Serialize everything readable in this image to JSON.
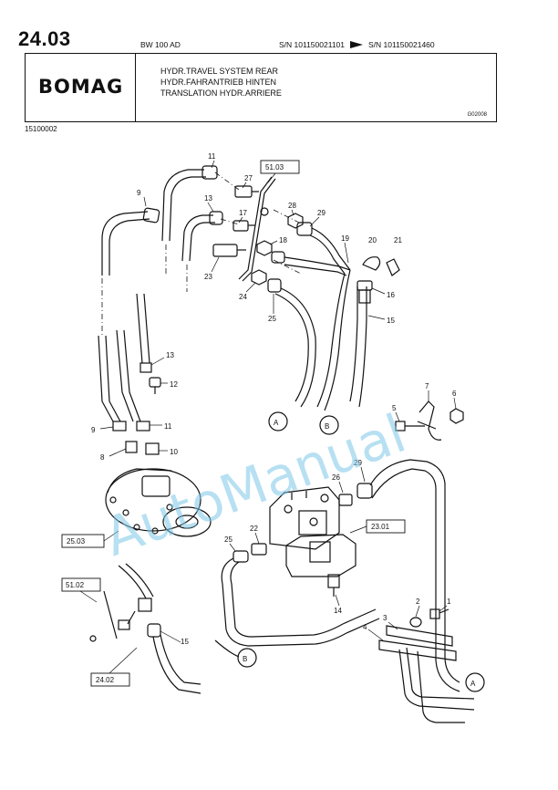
{
  "header": {
    "page_number": "24.03",
    "model": "BW 100 AD",
    "serial_from": "S/N 101150021101",
    "serial_to": "S/N 101150021460",
    "brand": "BOMAG",
    "titles": [
      "HYDR.TRAVEL SYSTEM REAR",
      "HYDR.FAHRANTRIEB HINTEN",
      "TRANSLATION HYDR.ARRIERE"
    ],
    "drawing_code": "G02008",
    "part_number": "15100002"
  },
  "refs": {
    "r5103": "51.03",
    "r2503": "25.03",
    "r5102": "51.02",
    "r2402": "24.02",
    "r2301": "23.01"
  },
  "callouts": {
    "c1": "1",
    "c2": "2",
    "c3": "3",
    "c4": "4",
    "c5": "5",
    "c6": "6",
    "c7": "7",
    "c8": "8",
    "c9a": "9",
    "c9b": "9",
    "c10": "10",
    "c11a": "11",
    "c11b": "11",
    "c12": "12",
    "c13a": "13",
    "c13b": "13",
    "c14": "14",
    "c15a": "15",
    "c15b": "15",
    "c16": "16",
    "c17": "17",
    "c18": "18",
    "c19": "19",
    "c20": "20",
    "c21": "21",
    "c22": "22",
    "c23": "23",
    "c24": "24",
    "c25a": "25",
    "c25b": "25",
    "c26": "26",
    "c27": "27",
    "c28": "28",
    "c29a": "29",
    "c29b": "29"
  },
  "connectors": {
    "a1": "A",
    "a2": "A",
    "b1": "B",
    "b2": "B"
  },
  "watermark": "AutoManual"
}
